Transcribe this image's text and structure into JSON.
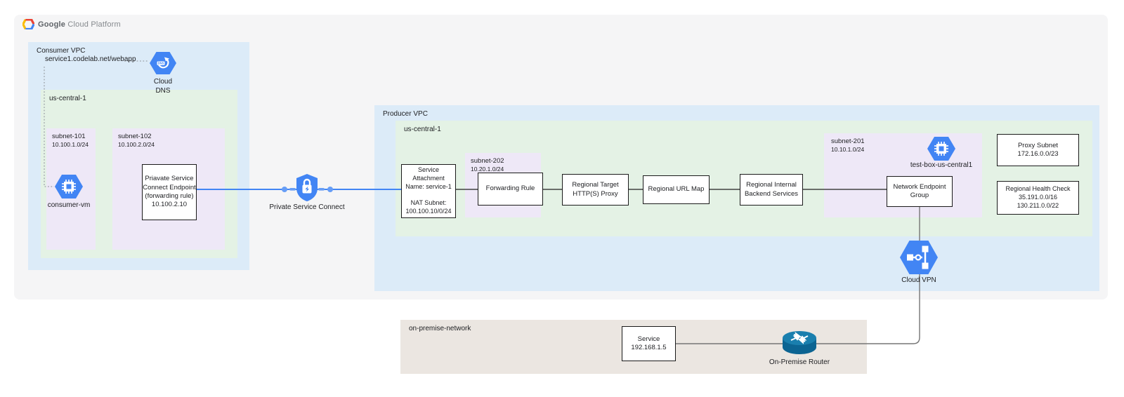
{
  "header": {
    "brand_bold": "Google",
    "brand_rest": "Cloud Platform"
  },
  "colors": {
    "accent_blue": "#4285f4",
    "vpc_fill": "#dcebf8",
    "region_fill": "#e4f2e5",
    "subnet_fill": "#eee8f7",
    "on_premise_fill": "#ebe6e1",
    "panel_fill": "#f5f5f6",
    "router_teal": "#0e6a96"
  },
  "icons": {
    "logo": "gcp-hexagon-logo",
    "cloud_dns": "cloud-dns-icon",
    "consumer_vm": "compute-engine-icon",
    "test_box": "compute-engine-icon",
    "private_service_connect": "psc-shield-lock-icon",
    "cloud_vpn": "cloud-vpn-icon",
    "router": "on-premise-router-icon"
  },
  "consumer_vpc": {
    "label": "Consumer VPC",
    "dns_record": "service1.codelab.net/webapp",
    "cloud_dns_label": "Cloud\nDNS",
    "region": {
      "label": "us-central-1",
      "subnet_101": {
        "name": "subnet-101",
        "cidr": "10.100.1.0/24"
      },
      "consumer_vm_label": "consumer-vm",
      "subnet_102": {
        "name": "subnet-102",
        "cidr": "10.100.2.0/24"
      },
      "psc_endpoint_text": "Priavate Service\nConnect Endpoint\n(forwarding rule)\n10.100.2.10"
    }
  },
  "psc_label": "Private Service Connect",
  "producer_vpc": {
    "label": "Producer VPC",
    "region": {
      "label": "us-central-1",
      "service_attachment_text": "Service\nAttachment\nName: service-1\n\nNAT Subnet:\n100.100.10/0/24",
      "subnet_202": {
        "name": "subnet-202",
        "cidr": "10.20.1.0/24",
        "forwarding_rule": "Forwarding Rule"
      },
      "target_proxy": "Regional Target\nHTTP(S) Proxy",
      "url_map": "Regional URL Map",
      "backend_services": "Regional Internal\nBackend Services",
      "subnet_201": {
        "name": "subnet-201",
        "cidr": "10.10.1.0/24",
        "neg": "Network Endpoint\nGroup",
        "test_box_label": "test-box-us-central1"
      },
      "proxy_subnet": "Proxy Subnet\n172.16.0.0/23",
      "health_check": "Regional Health Check\n35.191.0.0/16\n130.211.0.0/22"
    },
    "cloud_vpn_label": "Cloud VPN"
  },
  "on_premise": {
    "label": "on-premise-network",
    "service_box": "Service\n192.168.1.5",
    "router_label": "On-Premise Router"
  }
}
